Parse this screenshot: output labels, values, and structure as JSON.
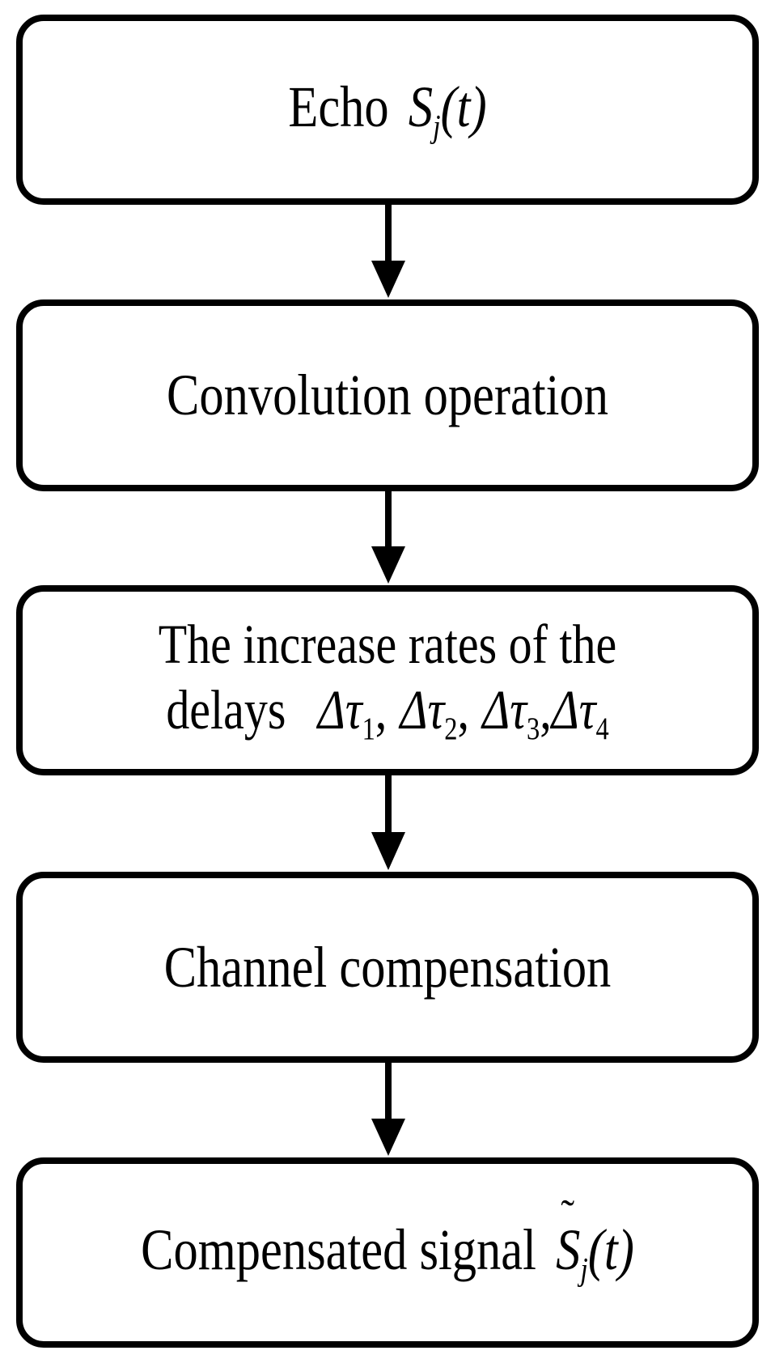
{
  "diagram": {
    "title": "Channel compensation processing flowchart",
    "background_color": "#ffffff",
    "stroke_color": "#000000",
    "node_border_width": "8px",
    "node_corner_radius": "34px",
    "nodes": [
      {
        "id": "echo",
        "label": "Echo S_j(t)",
        "text_main": "Echo",
        "symbol_base": "S",
        "symbol_sub": "j",
        "symbol_arg": "(t)",
        "shape": "rounded-rectangle"
      },
      {
        "id": "convolution",
        "label": "Convolution operation",
        "shape": "rounded-rectangle"
      },
      {
        "id": "delays",
        "label": "The increase rates of the delays Δτ1, Δτ2, Δτ3, Δτ4",
        "line1": "The increase rates of the",
        "line2_prefix": "delays",
        "delay_symbol": "Δτ",
        "delay_indices": [
          "1",
          "2",
          "3",
          "4"
        ],
        "shape": "rounded-rectangle"
      },
      {
        "id": "compensation",
        "label": "Channel compensation",
        "shape": "rounded-rectangle"
      },
      {
        "id": "signal",
        "label": "Compensated signal S̃_j(t)",
        "text_main": "Compensated signal",
        "symbol_base": "S",
        "symbol_accent": "˜",
        "symbol_sub": "j",
        "symbol_arg": "(t)",
        "shape": "rounded-rectangle"
      }
    ],
    "arrows": [
      {
        "id": "arrow-echo-to-convolution",
        "from": "echo",
        "to": "convolution",
        "direction": "down"
      },
      {
        "id": "arrow-convolution-to-delays",
        "from": "convolution",
        "to": "delays",
        "direction": "down"
      },
      {
        "id": "arrow-delays-to-compensation",
        "from": "delays",
        "to": "compensation",
        "direction": "down"
      },
      {
        "id": "arrow-compensation-to-signal",
        "from": "compensation",
        "to": "signal",
        "direction": "down"
      }
    ]
  }
}
